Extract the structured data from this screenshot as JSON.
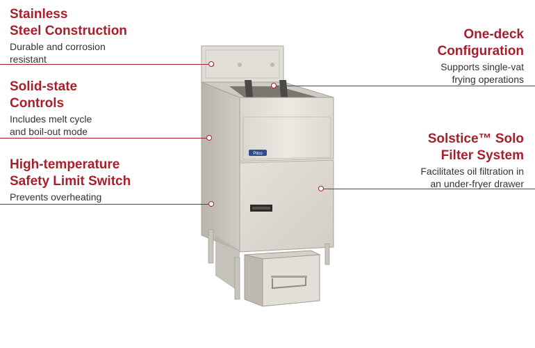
{
  "accent_color": "#a61f2c",
  "callouts": {
    "stainless": {
      "title": "Stainless\nSteel Construction",
      "description": "Durable and corrosion\nresistant"
    },
    "solid_state": {
      "title": "Solid-state\nControls",
      "description": "Includes melt cycle\nand boil-out mode"
    },
    "high_temp": {
      "title": "High-temperature\nSafety Limit Switch",
      "description": "Prevents overheating"
    },
    "one_deck": {
      "title": "One-deck\nConfiguration",
      "description": "Supports single-vat\nfrying operations"
    },
    "solstice": {
      "title": "Solstice™ Solo\nFilter System",
      "description": "Facilitates oil filtration in\nan under-fryer drawer"
    }
  },
  "product": {
    "logo_text": "Pitco"
  }
}
